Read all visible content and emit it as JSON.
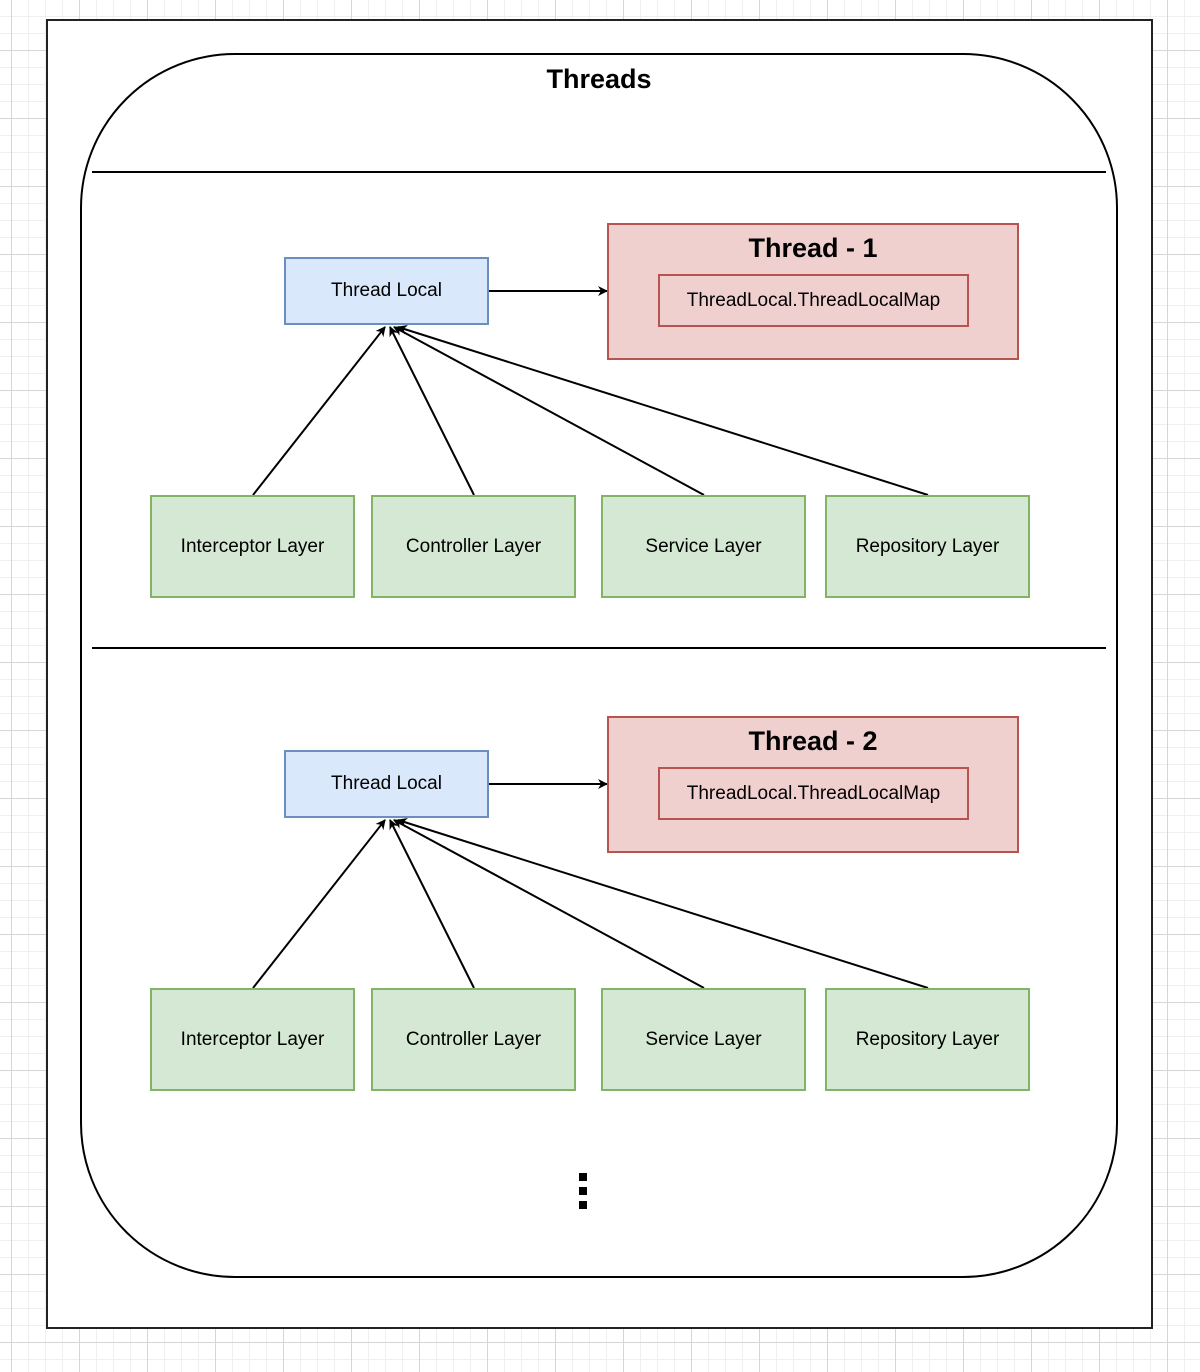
{
  "diagram": {
    "title": "Threads",
    "groups": [
      {
        "thread_local": "Thread Local",
        "thread": {
          "title": "Thread - 1",
          "map": "ThreadLocal.ThreadLocalMap"
        },
        "layers": [
          "Interceptor Layer",
          "Controller Layer",
          "Service Layer",
          "Repository Layer"
        ]
      },
      {
        "thread_local": "Thread Local",
        "thread": {
          "title": "Thread - 2",
          "map": "ThreadLocal.ThreadLocalMap"
        },
        "layers": [
          "Interceptor Layer",
          "Controller Layer",
          "Service Layer",
          "Repository Layer"
        ]
      }
    ],
    "continuation": "more-threads-ellipsis",
    "colors": {
      "thread_local_fill": "#dae8fc",
      "thread_local_stroke": "#6c8ebf",
      "thread_fill": "#f0cfcf",
      "thread_stroke": "#b85450",
      "layer_fill": "#d5e8d4",
      "layer_stroke": "#82b366"
    }
  }
}
